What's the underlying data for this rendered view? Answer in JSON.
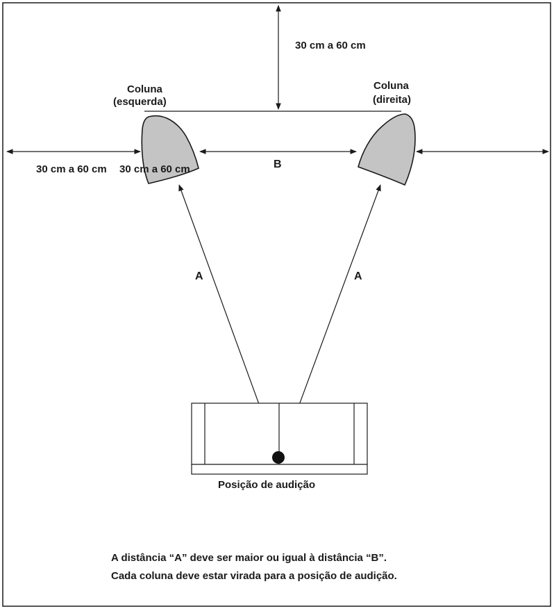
{
  "labels": {
    "top_distance": "30 cm a 60 cm",
    "left_speaker_line1": "Coluna",
    "left_speaker_line2": "(esquerda)",
    "right_speaker_line1": "Coluna",
    "right_speaker_line2": "(direita)",
    "left_wall_distance": "30 cm a 60 cm",
    "left_inner_distance": "30 cm a 60 cm",
    "distance_b": "B",
    "distance_a_left": "A",
    "distance_a_right": "A",
    "listening_position": "Posição de audição"
  },
  "notes": {
    "line1": "A distância “A” deve ser maior ou igual à distância “B”.",
    "line2": "Cada coluna deve estar virada para a posição de audição."
  },
  "colors": {
    "speaker_fill": "#c4c4c4",
    "stroke": "#1a1a1a",
    "background": "#ffffff"
  }
}
